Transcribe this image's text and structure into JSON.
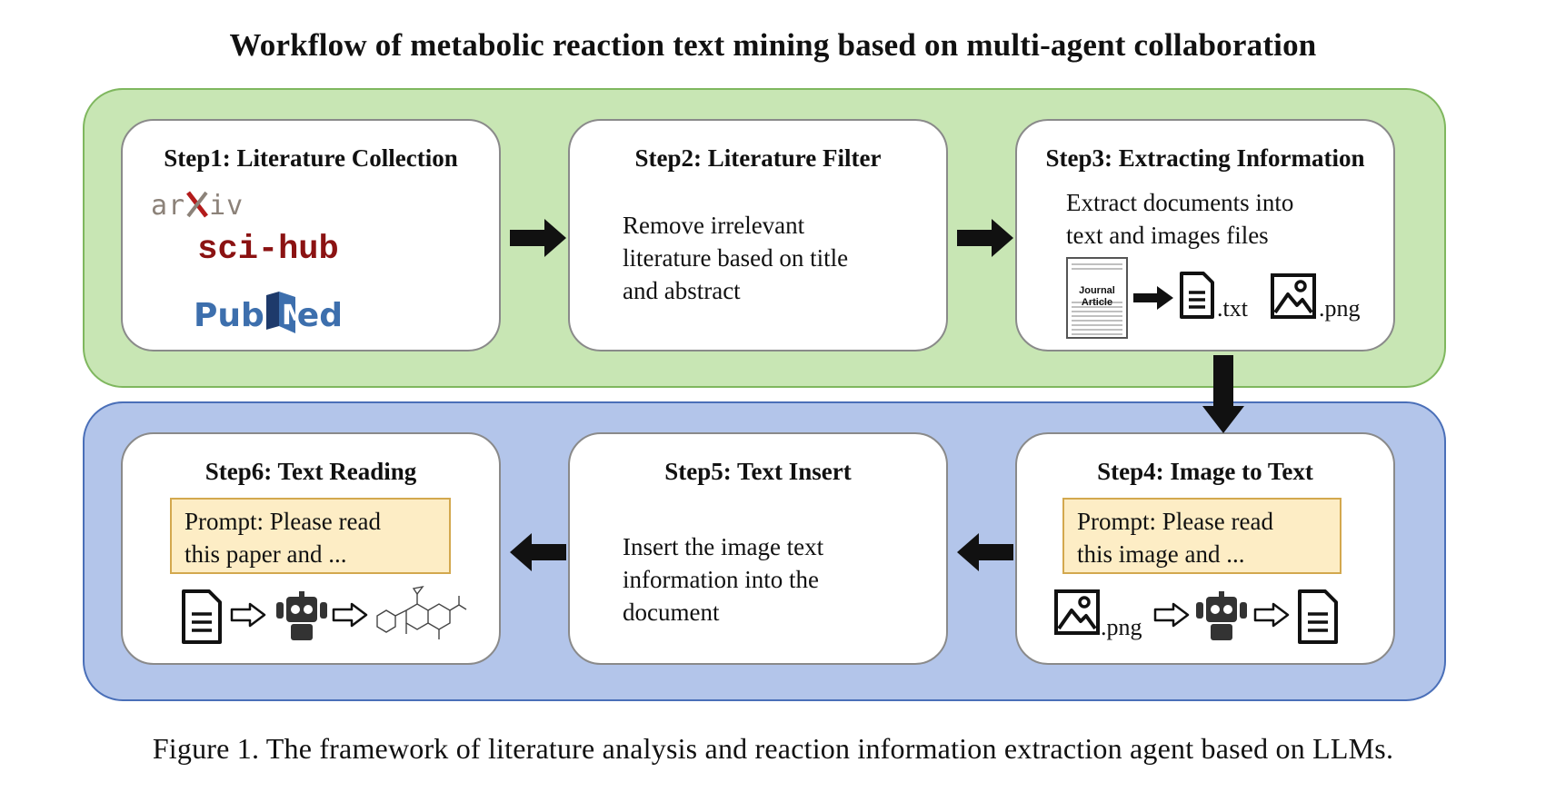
{
  "title": "Workflow of metabolic reaction text mining based on multi-agent collaboration",
  "steps": {
    "step1": {
      "title": "Step1: Literature Collection",
      "logos": [
        "arXiv",
        "sci-hub",
        "PubMed"
      ]
    },
    "step2": {
      "title": "Step2: Literature Filter",
      "text": [
        "Remove irrelevant",
        "literature based on title",
        "and abstract"
      ]
    },
    "step3": {
      "title": "Step3: Extracting Information",
      "text": [
        "Extract documents into",
        "text and images files"
      ],
      "doc_label": [
        "Journal",
        "Article"
      ],
      "txt_label": ".txt",
      "png_label": ".png"
    },
    "step4": {
      "title": "Step4: Image to Text",
      "prompt": [
        "Prompt: Please read",
        "this image and ..."
      ],
      "png_label": ".png"
    },
    "step5": {
      "title": "Step5: Text Insert",
      "text": [
        "Insert the image text",
        "information into the",
        "document"
      ]
    },
    "step6": {
      "title": "Step6: Text Reading",
      "prompt": [
        "Prompt: Please read",
        "this paper and ..."
      ]
    }
  },
  "logo_text": {
    "arxiv_left": "ar",
    "arxiv_right": "iv",
    "scihub": "sci-hub",
    "pub": "Pub",
    "med": "ed"
  },
  "colors": {
    "top_band": "#c8e6b4",
    "bottom_band": "#b3c5ea",
    "prompt_bg": "#fdedc5",
    "arrow": "#111111"
  },
  "icons": [
    "arxiv-logo",
    "scihub-logo",
    "pubmed-logo",
    "journal-article-icon",
    "document-icon",
    "image-icon",
    "robot-icon",
    "molecule-icon",
    "outline-arrow-icon",
    "block-arrow-icon"
  ],
  "caption": "Figure 1. The framework of literature analysis and reaction information extraction agent based on LLMs."
}
